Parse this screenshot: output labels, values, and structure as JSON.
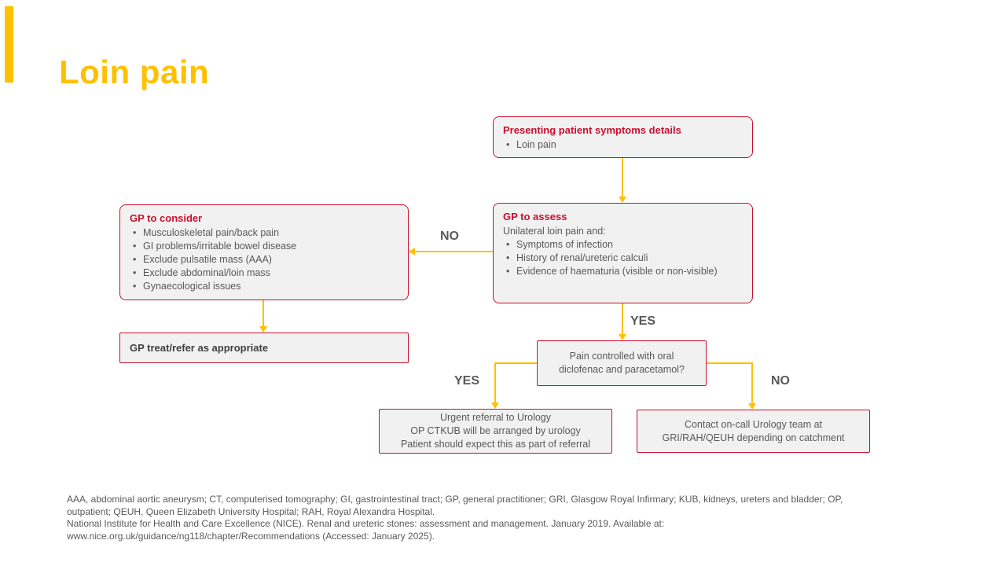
{
  "slide": {
    "title": "Loin pain"
  },
  "colors": {
    "accent": "#FFC000",
    "box_border": "#C8102E",
    "box_fill": "#F1F1F2",
    "body_text": "#595959"
  },
  "flowchart": {
    "presenting": {
      "title": "Presenting patient symptoms details",
      "items": [
        "Loin pain"
      ]
    },
    "assess": {
      "title": "GP to assess",
      "subtitle": "Unilateral loin pain and:",
      "items": [
        "Symptoms of infection",
        "History of renal/ureteric calculi",
        "Evidence of haematuria (visible or non-visible)"
      ]
    },
    "consider": {
      "title": "GP to consider",
      "items": [
        "Musculoskeletal pain/back pain",
        "GI problems/irritable bowel disease",
        "Exclude pulsatile mass (AAA)",
        "Exclude abdominal/loin mass",
        "Gynaecological issues"
      ]
    },
    "treat": {
      "title": "GP treat/refer as appropriate"
    },
    "pain_controlled": {
      "line1": "Pain controlled with oral",
      "line2": "diclofenac and paracetamol?"
    },
    "urgent": {
      "line1": "Urgent referral to Urology",
      "line2": "OP CTKUB will be arranged by urology",
      "line3": "Patient should expect this as part of referral"
    },
    "contact": {
      "line1": "Contact on-call Urology team at",
      "line2": "GRI/RAH/QEUH depending on catchment"
    },
    "labels": {
      "assess_no": "NO",
      "assess_yes": "YES",
      "pain_yes": "YES",
      "pain_no": "NO"
    }
  },
  "footer": {
    "line1": "AAA, abdominal aortic aneurysm; CT, computerised tomography; GI, gastrointestinal tract; GP, general practitioner; GRI, Glasgow Royal Infirmary; KUB, kidneys, ureters and bladder; OP,",
    "line2": "outpatient; QEUH, Queen Elizabeth University Hospital; RAH, Royal Alexandra Hospital.",
    "line3": "National Institute for Health and Care Excellence (NICE). Renal and ureteric stones: assessment and management. January 2019. Available at:",
    "line4": "www.nice.org.uk/guidance/ng118/chapter/Recommendations (Accessed: January 2025)."
  }
}
